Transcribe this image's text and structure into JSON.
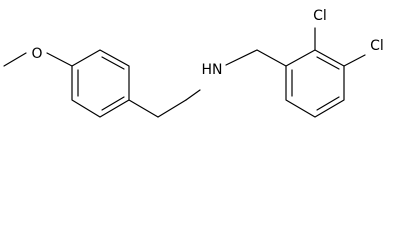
{
  "molecule": {
    "atoms": {
      "oxygen": "O",
      "amine": "HN",
      "chlorine_1": "Cl",
      "chlorine_2": "Cl"
    },
    "colors": {
      "ink": "#000000",
      "background": "#ffffff"
    }
  }
}
